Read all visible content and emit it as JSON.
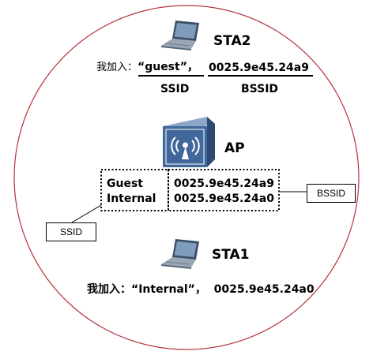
{
  "sta2": {
    "name": "STA2",
    "join_prefix": "我加入：",
    "join_ssid": "“guest”，",
    "join_bssid": "0025.9e45.24a9",
    "ssid_caption": "SSID",
    "bssid_caption": "BSSID"
  },
  "ap": {
    "name": "AP",
    "ssids": [
      "Guest",
      "Internal"
    ],
    "bssids": [
      "0025.9e45.24a9",
      "0025.9e45.24a0"
    ]
  },
  "callouts": {
    "ssid": "SSID",
    "bssid": "BSSID"
  },
  "sta1": {
    "name": "STA1",
    "join_text": "我加入：“Internal”，  0025.9e45.24a0"
  },
  "colors": {
    "circle": "#b4333a",
    "ap_blue": "#41689a",
    "laptop_dark": "#3a4f66",
    "laptop_screen": "#6f8fb0"
  }
}
